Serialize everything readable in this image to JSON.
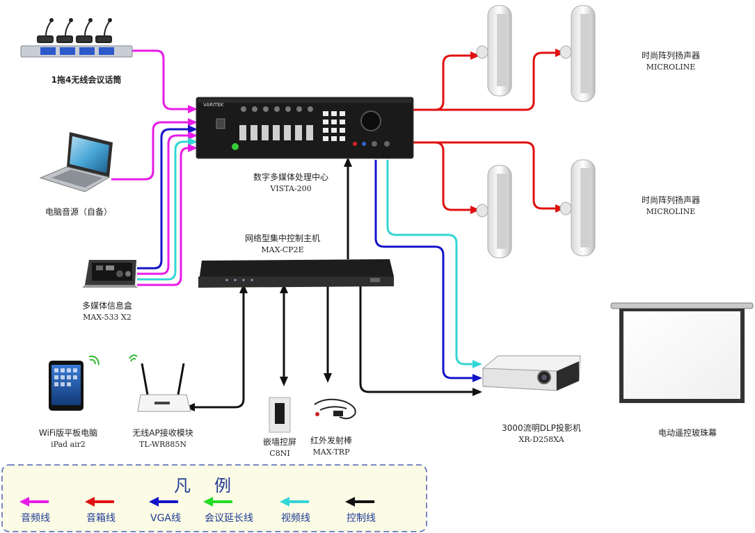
{
  "colors": {
    "audio": "#e81ae8",
    "speaker": "#e01010",
    "vga": "#1313c8",
    "conference": "#22dd22",
    "video": "#33d6d6",
    "control": "#111111",
    "legend_bg": "#fbfbe6",
    "legend_border": "#4a5fb0"
  },
  "devices": {
    "mic": {
      "name": "1拖4无线会议话筒"
    },
    "laptop": {
      "name": "电脑音源（自备）"
    },
    "infobox": {
      "name": "多媒体信息盒",
      "model": "MAX-533 X2"
    },
    "processor": {
      "name": "数字多媒体处理中心",
      "model": "VISTA-200",
      "brand": "VARITEK"
    },
    "controller": {
      "name": "网络型集中控制主机",
      "model": "MAX-CP2E"
    },
    "ipad": {
      "name": "WiFi版平板电脑",
      "model": "iPad air2"
    },
    "router": {
      "name": "无线AP接收模块",
      "model": "TL-WR885N"
    },
    "panel": {
      "name": "嵌墙控屏",
      "model": "C8NI"
    },
    "ir": {
      "name": "红外发射棒",
      "model": "MAX-TRP"
    },
    "speakers_top": {
      "name": "时尚阵列扬声器",
      "model": "MICROLINE"
    },
    "speakers_bottom": {
      "name": "时尚阵列扬声器",
      "model": "MICROLINE"
    },
    "projector": {
      "name": "3000流明DLP投影机",
      "model": "XR-D258XA"
    },
    "screen": {
      "name": "电动遥控玻珠幕"
    }
  },
  "legend": {
    "title": "凡例",
    "items": [
      {
        "label": "音频线",
        "color_key": "audio"
      },
      {
        "label": "音箱线",
        "color_key": "speaker"
      },
      {
        "label": "VGA线",
        "color_key": "vga"
      },
      {
        "label": "会议延长线",
        "color_key": "conference"
      },
      {
        "label": "视频线",
        "color_key": "video"
      },
      {
        "label": "控制线",
        "color_key": "control"
      }
    ]
  }
}
